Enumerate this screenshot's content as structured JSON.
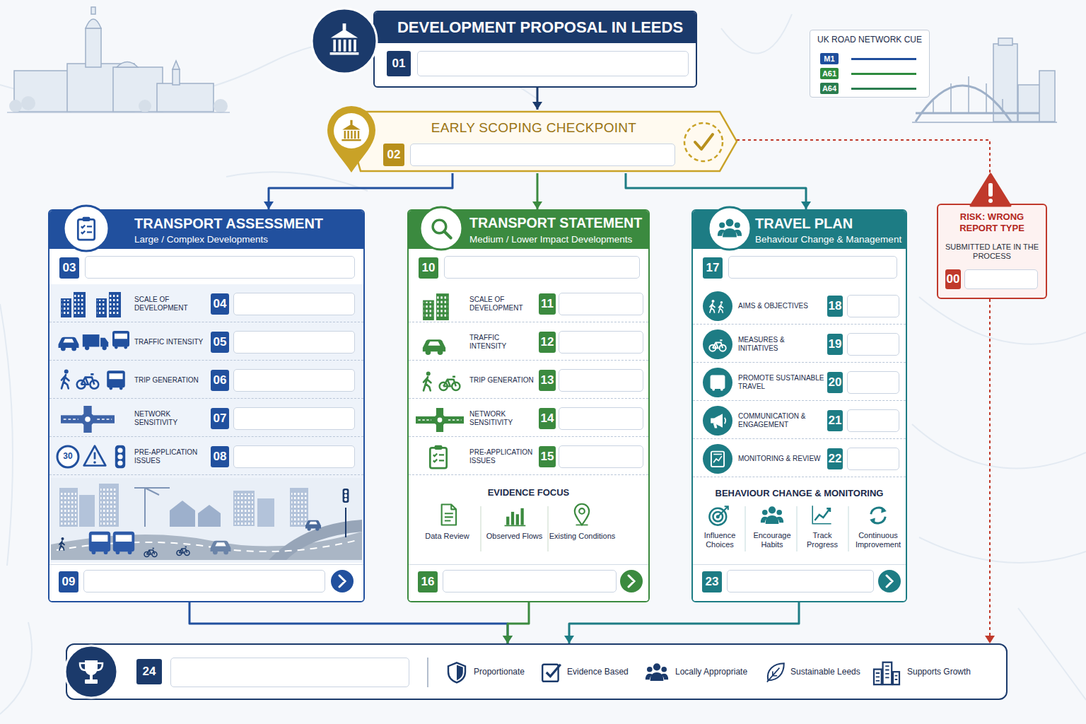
{
  "diagram": {
    "nodes": [
      {
        "text": [
          "DEVELOPMENT PROPOSAL IN LEEDS",
          "01"
        ]
      },
      {
        "text": [
          "EARLY SCOPING CHECKPOINT",
          "02"
        ]
      },
      {
        "text": [
          "TRANSPORT ASSESSMENT",
          "Large / Complex Developments",
          "03"
        ]
      },
      {
        "text": [
          "SCALE OF DEVELOPMENT",
          "04"
        ],
        "in": 2
      },
      {
        "text": [
          "TRAFFIC INTENSITY",
          "05"
        ],
        "in": 2
      },
      {
        "text": [
          "TRIP GENERATION",
          "06"
        ],
        "in": 2
      },
      {
        "text": [
          "NETWORK SENSITIVITY",
          "07"
        ],
        "in": 2
      },
      {
        "text": [
          "PRE-APPLICATION ISSUES",
          "08"
        ],
        "in": 2
      },
      {
        "text": [
          "09"
        ],
        "in": 2
      },
      {
        "text": [
          "TRANSPORT STATEMENT",
          "Medium / Lower Impact Developments",
          "10"
        ]
      },
      {
        "text": [
          "SCALE OF DEVELOPMENT",
          "11"
        ],
        "in": 9
      },
      {
        "text": [
          "TRAFFIC INTENSITY",
          "12"
        ],
        "in": 9
      },
      {
        "text": [
          "TRIP GENERATION",
          "13"
        ],
        "in": 9
      },
      {
        "text": [
          "NETWORK SENSITIVITY",
          "14"
        ],
        "in": 9
      },
      {
        "text": [
          "PRE-APPLICATION ISSUES",
          "15"
        ],
        "in": 9
      },
      {
        "text": [
          "EVIDENCE FOCUS",
          "Data Review",
          "Observed Flows",
          "Existing Conditions"
        ],
        "in": 9
      },
      {
        "text": [
          "16"
        ],
        "in": 9
      },
      {
        "text": [
          "TRAVEL PLAN",
          "Behaviour Change & Management",
          "17"
        ]
      },
      {
        "text": [
          "AIMS & OBJECTIVES",
          "18"
        ],
        "in": 17
      },
      {
        "text": [
          "MEASURES & INITIATIVES",
          "19"
        ],
        "in": 17
      },
      {
        "text": [
          "PROMOTE SUSTAINABLE TRAVEL",
          "20"
        ],
        "in": 17
      },
      {
        "text": [
          "COMMUNICATION & ENGAGEMENT",
          "21"
        ],
        "in": 17
      },
      {
        "text": [
          "MONITORING & REVIEW",
          "22"
        ],
        "in": 17
      },
      {
        "text": [
          "BEHAVIOUR CHANGE & MONITORING",
          "Influence Choices",
          "Encourage Habits",
          "Track Progress",
          "Continuous Improvement"
        ],
        "in": 17
      },
      {
        "text": [
          "23"
        ],
        "in": 17
      },
      {
        "text": [
          "RISK: WRONG REPORT TYPE",
          "SUBMITTED LATE IN THE PROCESS",
          "00"
        ]
      },
      {
        "text": [
          "24",
          "Proportionate",
          "Evidence Based",
          "Locally Appropriate",
          "Sustainable Leeds",
          "Supports Growth"
        ]
      }
    ],
    "edges": [
      {
        "from": 0,
        "to": 1,
        "arrow": "to"
      },
      {
        "from": 1,
        "to": 2,
        "arrow": "to"
      },
      {
        "from": 1,
        "to": 9,
        "arrow": "to"
      },
      {
        "from": 1,
        "to": 17,
        "arrow": "to"
      },
      {
        "from": 1,
        "to": 25,
        "arrow": "none"
      },
      {
        "from": 25,
        "to": 26,
        "arrow": "to"
      },
      {
        "from": 2,
        "to": 26,
        "arrow": "to"
      },
      {
        "from": 9,
        "to": 26,
        "arrow": "to"
      },
      {
        "from": 17,
        "to": 26,
        "arrow": "to"
      }
    ],
    "labels": [
      "UK ROAD NETWORK CUE",
      "30"
    ],
    "legend": [
      {
        "text": "M1",
        "color": "#1f4e9c"
      },
      {
        "text": "A61",
        "color": "#2e8b3e"
      },
      {
        "text": "A64",
        "color": "#2a7d4f"
      }
    ]
  }
}
